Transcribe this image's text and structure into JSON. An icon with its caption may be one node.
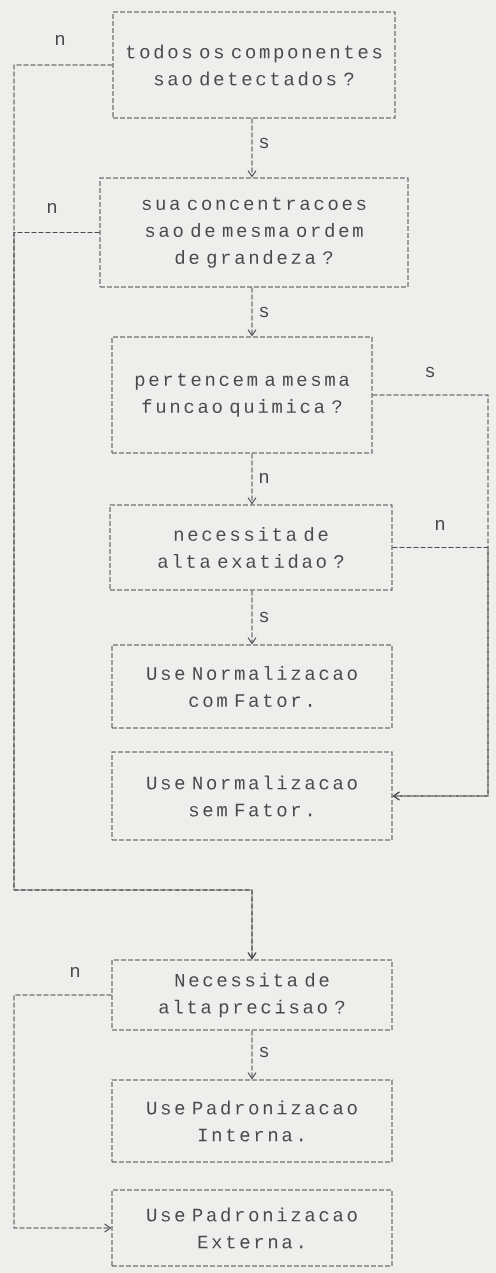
{
  "diagram": {
    "nodes": [
      {
        "text": [
          "todos os componentes sao detectados ?"
        ]
      },
      {
        "text": [
          "sua concentracoes sao de mesma ordem de grandeza ?"
        ]
      },
      {
        "text": [
          "pertencem a mesma funcao quimica ?"
        ]
      },
      {
        "text": [
          "necessita de alta exatidao ?"
        ]
      },
      {
        "text": [
          "Use Normalizacao com Fator."
        ]
      },
      {
        "text": [
          "Use Normalizacao sem Fator."
        ]
      },
      {
        "text": [
          "Necessita de alta precisao ?"
        ]
      },
      {
        "text": [
          "Use Padronizacao Interna."
        ]
      },
      {
        "text": [
          "Use Padronizacao Externa."
        ]
      }
    ],
    "edges": [
      {
        "from": 0,
        "to": 1,
        "arrow": "to",
        "label": "s"
      },
      {
        "from": 0,
        "to": 6,
        "arrow": "to",
        "label": "n"
      },
      {
        "from": 1,
        "to": 2,
        "arrow": "to",
        "label": "s"
      },
      {
        "from": 1,
        "to": 6,
        "arrow": "to",
        "label": "n"
      },
      {
        "from": 2,
        "to": 3,
        "arrow": "to",
        "label": "n"
      },
      {
        "from": 2,
        "to": 5,
        "arrow": "to",
        "label": "s"
      },
      {
        "from": 3,
        "to": 4,
        "arrow": "to",
        "label": "s"
      },
      {
        "from": 3,
        "to": 5,
        "arrow": "to",
        "label": "n"
      },
      {
        "from": 6,
        "to": 7,
        "arrow": "to",
        "label": "s"
      },
      {
        "from": 6,
        "to": 8,
        "arrow": "to",
        "label": "n"
      }
    ]
  }
}
